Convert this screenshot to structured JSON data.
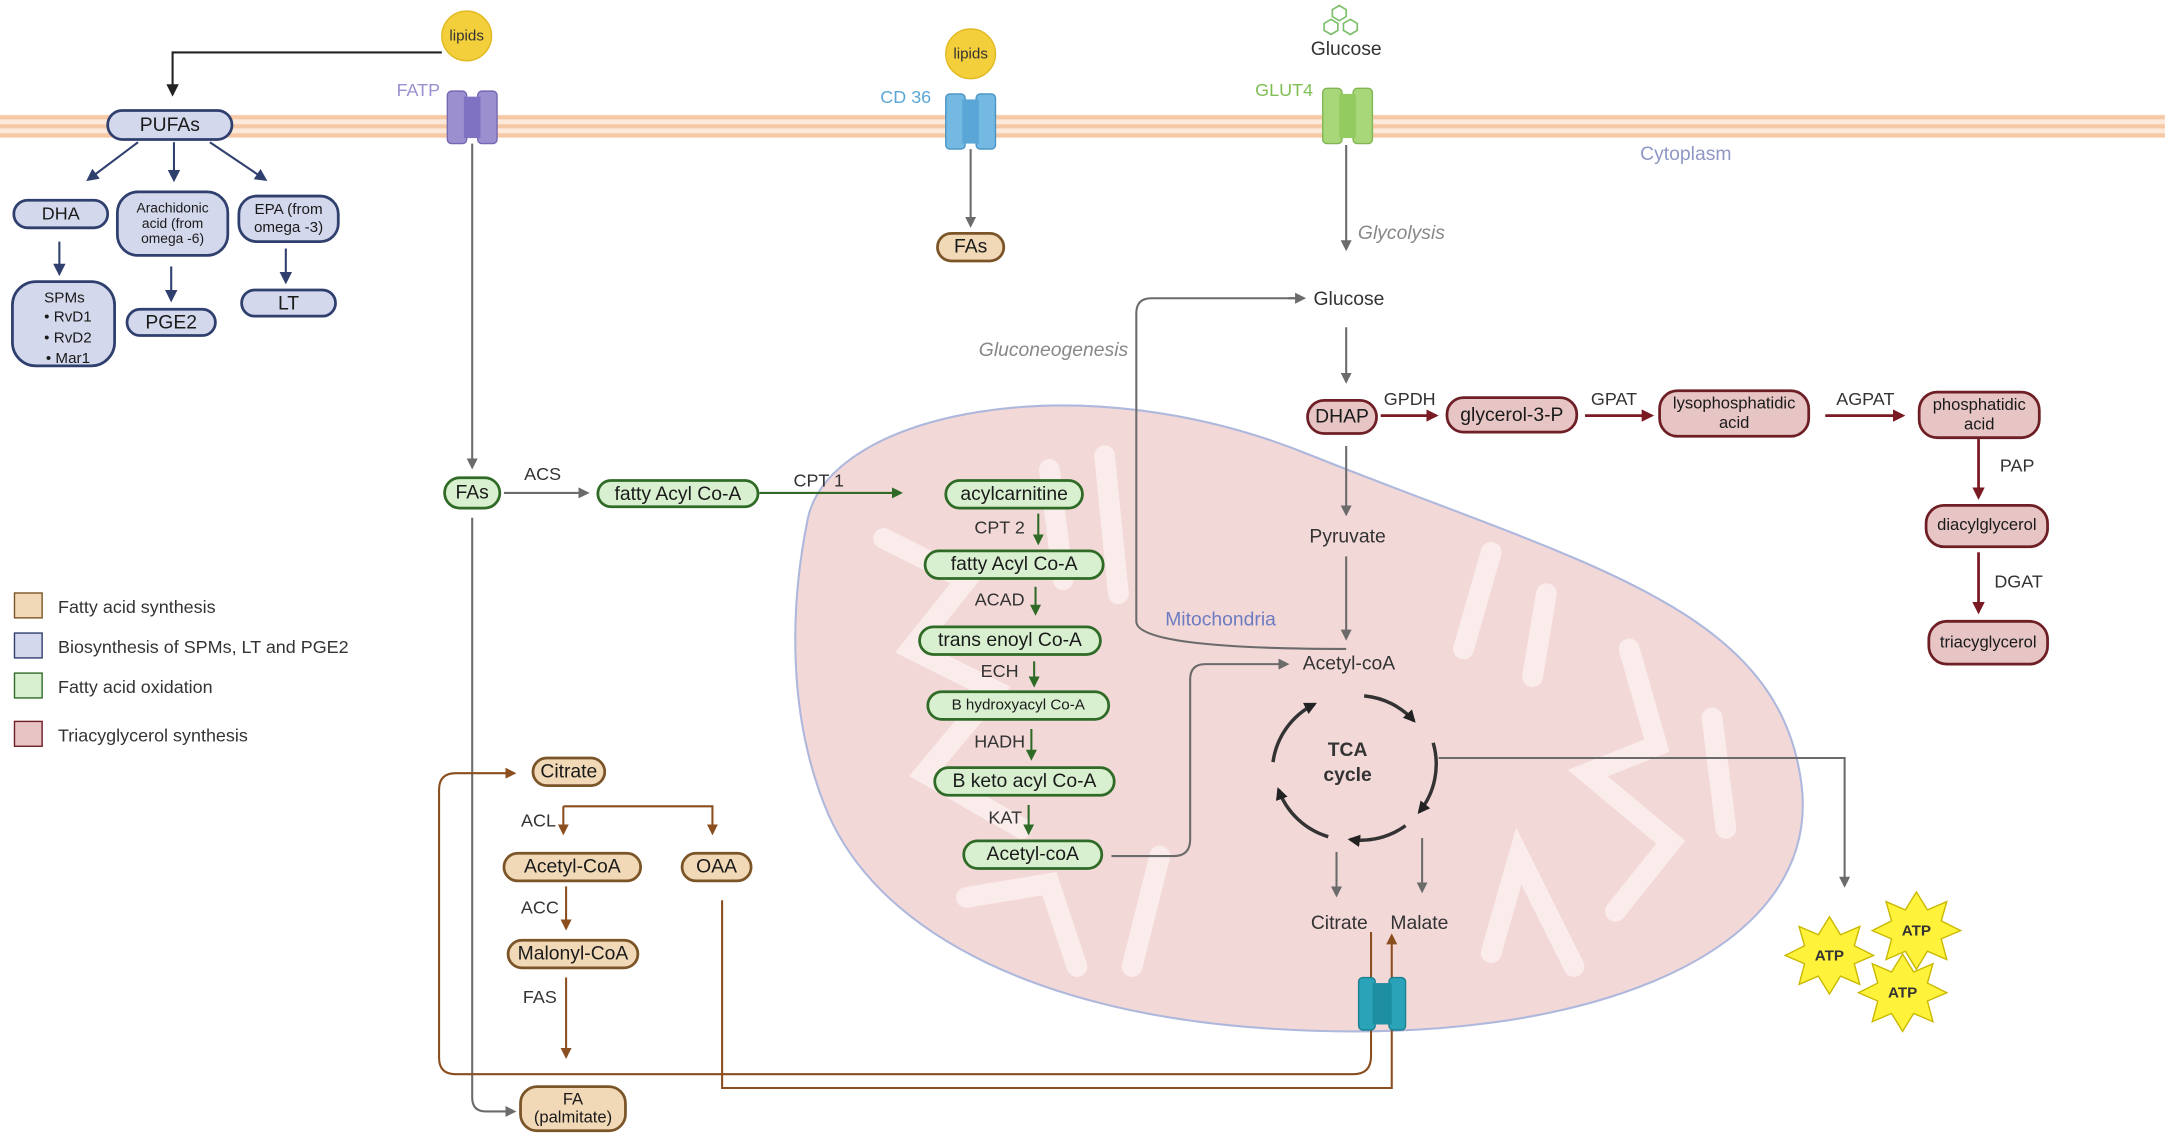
{
  "membrane": {
    "cytoplasm_label": "Cytoplasm",
    "mitochondria_label": "Mitochondria"
  },
  "transporters": {
    "fatp": "FATP",
    "cd36": "CD 36",
    "glut4": "GLUT4",
    "junction": ""
  },
  "inputs": {
    "lipids_1": "lipids",
    "lipids_2": "lipids",
    "glucose_top": "Glucose"
  },
  "pufa_branch": {
    "pufas": "PUFAs",
    "dha": "DHA",
    "arachidonic": "Arachidonic acid (from omega -6)",
    "epa": "EPA (from omega -3)",
    "spms_title": "SPMs",
    "spms_items": [
      "RvD1",
      "RvD2",
      "Mar1"
    ],
    "pge2": "PGE2",
    "lt": "LT"
  },
  "cd36_branch": {
    "fas": "FAs"
  },
  "oxidation": {
    "fas": "FAs",
    "acs": "ACS",
    "fatty_acyl_coa_1": "fatty Acyl Co-A",
    "cpt1": "CPT 1",
    "acylcarnitine": "acylcarnitine",
    "cpt2": "CPT 2",
    "fatty_acyl_coa_2": "fatty Acyl Co-A",
    "acad": "ACAD",
    "trans_enoyl": "trans enoyl Co-A",
    "ech": "ECH",
    "b_hydroxyacyl": "B hydroxyacyl Co-A",
    "hadh": "HADH",
    "b_keto": "B keto acyl Co-A",
    "kat": "KAT",
    "acetyl_coa": "Acetyl-coA"
  },
  "glycolysis": {
    "glycolysis": "Glycolysis",
    "gluconeogenesis": "Gluconeogenesis",
    "glucose": "Glucose",
    "dhap": "DHAP",
    "pyruvate": "Pyruvate",
    "acetyl_coa": "Acetyl-coA",
    "tca": "TCA cycle",
    "citrate": "Citrate",
    "malate": "Malate",
    "atp": [
      "ATP",
      "ATP",
      "ATP"
    ]
  },
  "tag_synthesis": {
    "gpdh": "GPDH",
    "glycerol3p": "glycerol-3-P",
    "gpat": "GPAT",
    "lysophosphatidic": "lysophosphatidic acid",
    "agpat": "AGPAT",
    "phosphatidic": "phosphatidic acid",
    "pap": "PAP",
    "diacylglycerol": "diacylglycerol",
    "dgat": "DGAT",
    "triacylglycerol": "triacyglycerol"
  },
  "fa_synthesis": {
    "citrate": "Citrate",
    "acl": "ACL",
    "acetyl_coa": "Acetyl-CoA",
    "oaa": "OAA",
    "acc": "ACC",
    "malonyl_coa": "Malonyl-CoA",
    "fas": "FAS",
    "fa_palmitate": "FA (palmitate)"
  },
  "legend": [
    {
      "label": "Fatty acid synthesis",
      "color": "#f1d9b8",
      "border": "#7b5428"
    },
    {
      "label": "Biosynthesis of SPMs, LT and PGE2",
      "color": "#d4d8ec",
      "border": "#2f3f6e"
    },
    {
      "label": "Fatty acid oxidation",
      "color": "#d8f0cf",
      "border": "#2f6b27"
    },
    {
      "label": "Triacyglycerol synthesis",
      "color": "#e7c5c5",
      "border": "#6e1f25"
    }
  ],
  "colors": {
    "membrane": "#f6c9a6",
    "mitochondria": "#f3d8d8",
    "fatp": "#9b8fd0",
    "cd36": "#74b9e2",
    "glut4": "#a8d77a",
    "lipid_drop": "#f3cf3b",
    "atp": "#fff23a"
  }
}
